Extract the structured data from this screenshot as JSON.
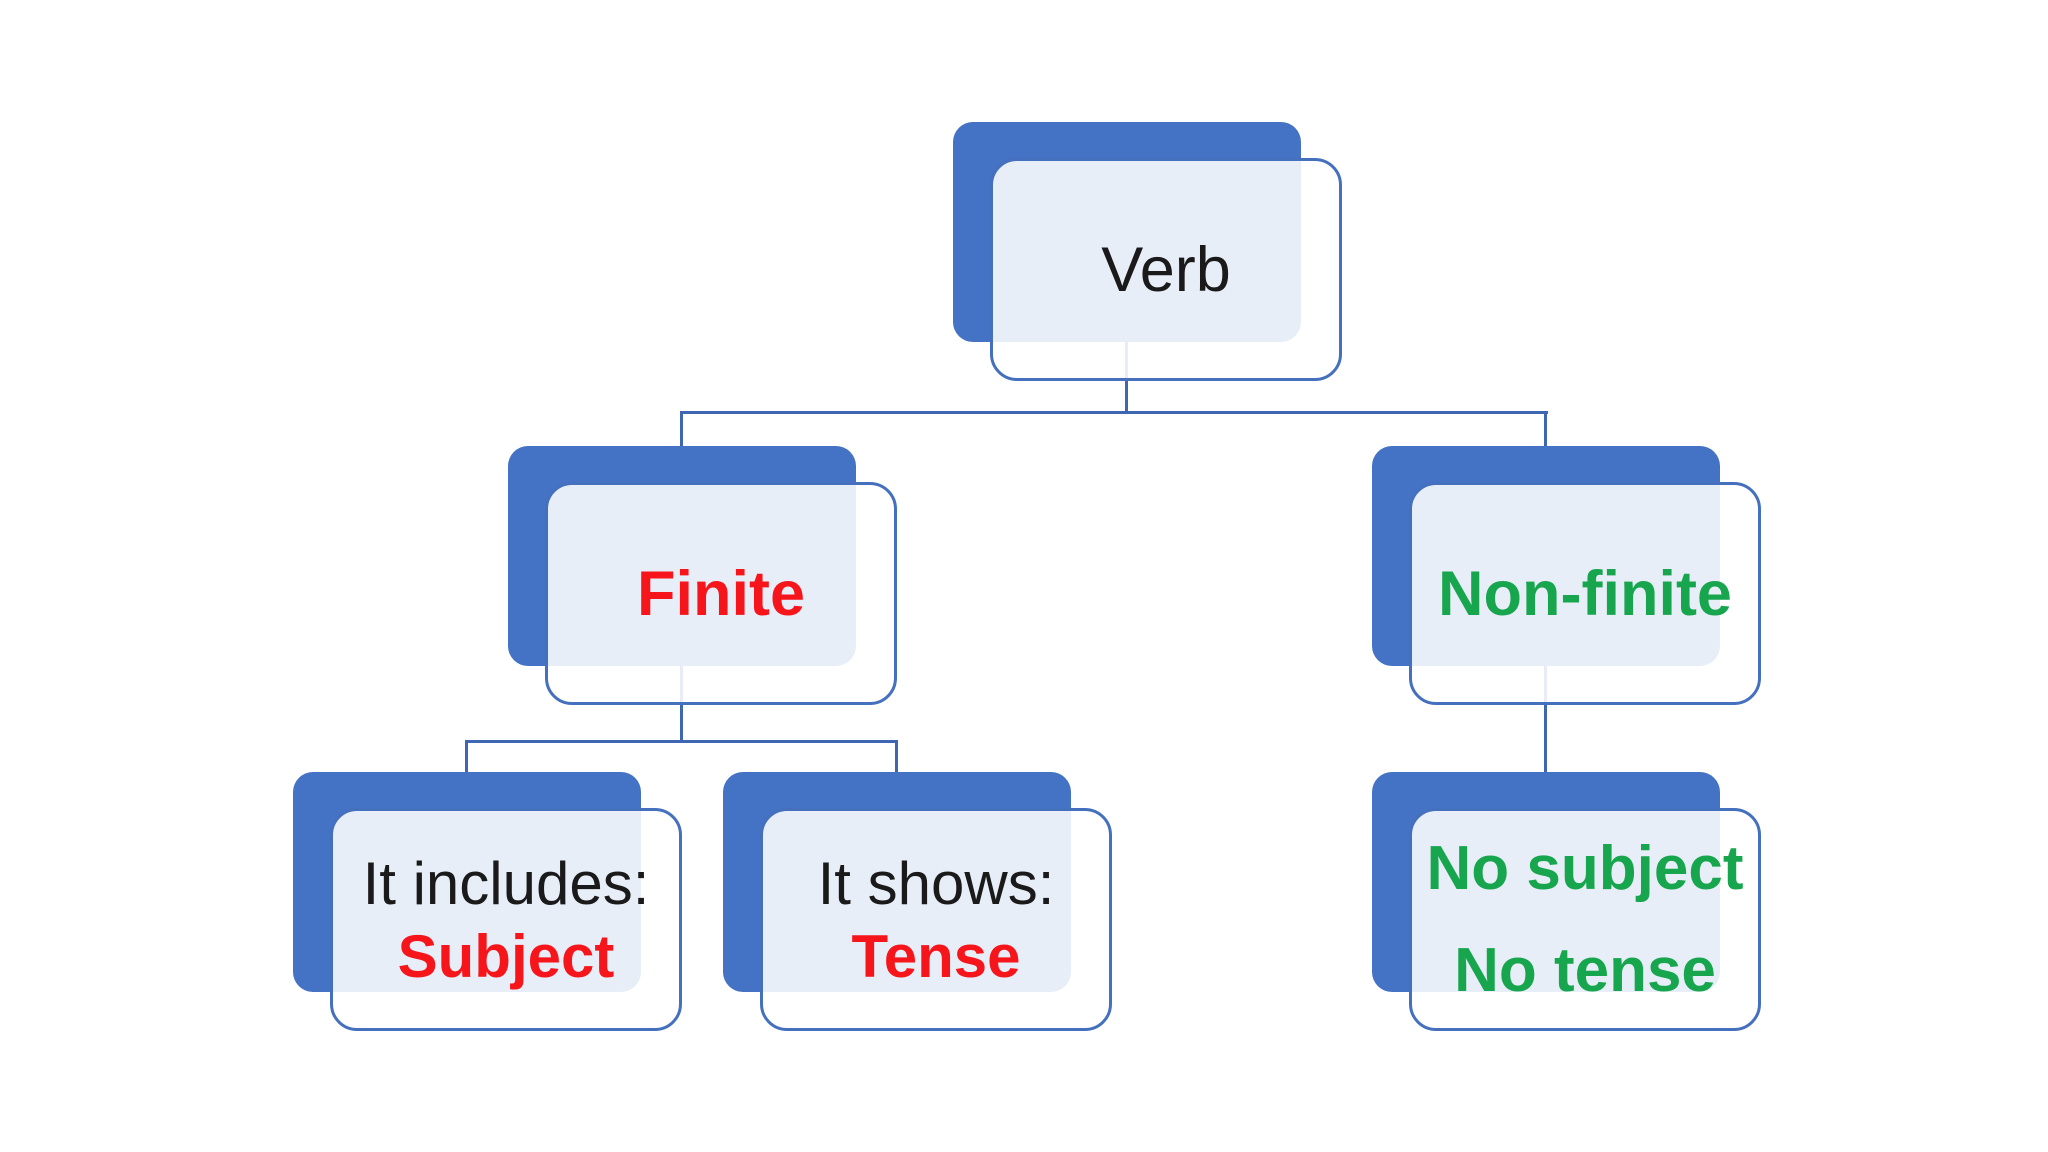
{
  "diagram": {
    "description": "Hierarchy chart of verb types",
    "colors": {
      "shadow_blue": "#4472C4",
      "border_blue": "#4470BE",
      "connector_blue": "#3E66B2",
      "panel_tint": "#E8EEF8",
      "red": "#F5151B",
      "green": "#17A64E",
      "black": "#1A1A1A",
      "background": "#FFFFFF"
    },
    "nodes": {
      "verb": {
        "lines": [
          {
            "text": "Verb",
            "color": "black",
            "bold": false
          }
        ]
      },
      "finite": {
        "lines": [
          {
            "text": "Finite",
            "color": "red",
            "bold": true
          }
        ]
      },
      "nonfinite": {
        "lines": [
          {
            "text": "Non-finite",
            "color": "green",
            "bold": true
          }
        ]
      },
      "includes": {
        "lines": [
          {
            "text": "It includes:",
            "color": "black",
            "bold": false
          },
          {
            "text": "Subject",
            "color": "red",
            "bold": true
          }
        ]
      },
      "shows": {
        "lines": [
          {
            "text": "It shows:",
            "color": "black",
            "bold": false
          },
          {
            "text": "Tense",
            "color": "red",
            "bold": true
          }
        ]
      },
      "nosubject": {
        "lines": [
          {
            "text": "No subject",
            "color": "green",
            "bold": true
          },
          {
            "text": "No tense",
            "color": "green",
            "bold": true
          }
        ]
      }
    },
    "edges": [
      {
        "from": "verb",
        "to": "finite"
      },
      {
        "from": "verb",
        "to": "nonfinite"
      },
      {
        "from": "finite",
        "to": "includes"
      },
      {
        "from": "finite",
        "to": "shows"
      },
      {
        "from": "nonfinite",
        "to": "nosubject"
      }
    ]
  }
}
